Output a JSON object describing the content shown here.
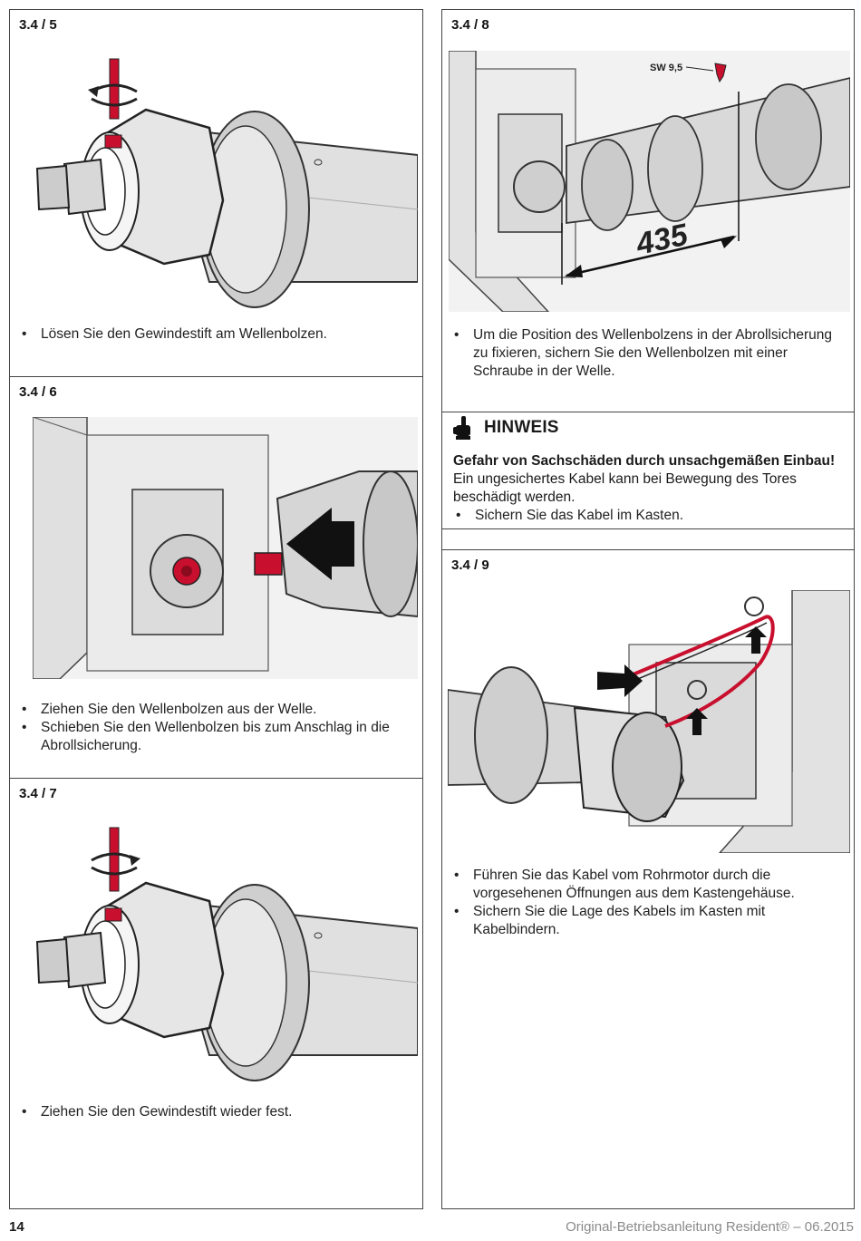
{
  "left_column": {
    "s5": {
      "title": "3.4 / 5",
      "bullets": [
        "Lösen Sie den Gewindestift am Wellenbolzen."
      ]
    },
    "s6": {
      "title": "3.4 / 6",
      "bullets": [
        "Ziehen Sie den Wellenbolzen aus der Welle.",
        "Schieben Sie den Wellenbolzen bis zum Anschlag in die Abrollsicherung."
      ]
    },
    "s7": {
      "title": "3.4 / 7",
      "bullets": [
        "Ziehen Sie den Gewindestift wieder fest."
      ]
    }
  },
  "right_column": {
    "s8": {
      "title": "3.4 / 8",
      "figure_labels": {
        "wrench_size": "SW 9,5",
        "dimension": "435"
      },
      "bullets": [
        "Um die Position des Wellenbolzens in der Abrollsicherung zu fixieren, sichern Sie den Wellenbolzen mit einer Schraube in der Welle."
      ]
    },
    "notice": {
      "icon": "hand-pointing-icon",
      "title": "HINWEIS",
      "bold": "Gefahr von Sachschäden durch unsachgemäßen Einbau!",
      "text": "Ein ungesichertes Kabel kann bei Bewegung des Tores beschädigt werden.",
      "bullets": [
        "Sichern Sie das Kabel im Kasten."
      ]
    },
    "s9": {
      "title": "3.4 / 9",
      "bullets": [
        "Führen Sie das Kabel vom Rohrmotor durch die vorgesehenen Öffnungen aus dem Kastengehäuse.",
        "Sichern Sie die Lage des Kabels im Kasten mit Kabelbindern."
      ]
    }
  },
  "footer": {
    "page_number": "14",
    "document": "Original-Betriebsanleitung Resident® – 06.2015"
  },
  "colors": {
    "accent_red": "#c8102e",
    "line": "#444444",
    "fill": "#e3e3e3"
  }
}
